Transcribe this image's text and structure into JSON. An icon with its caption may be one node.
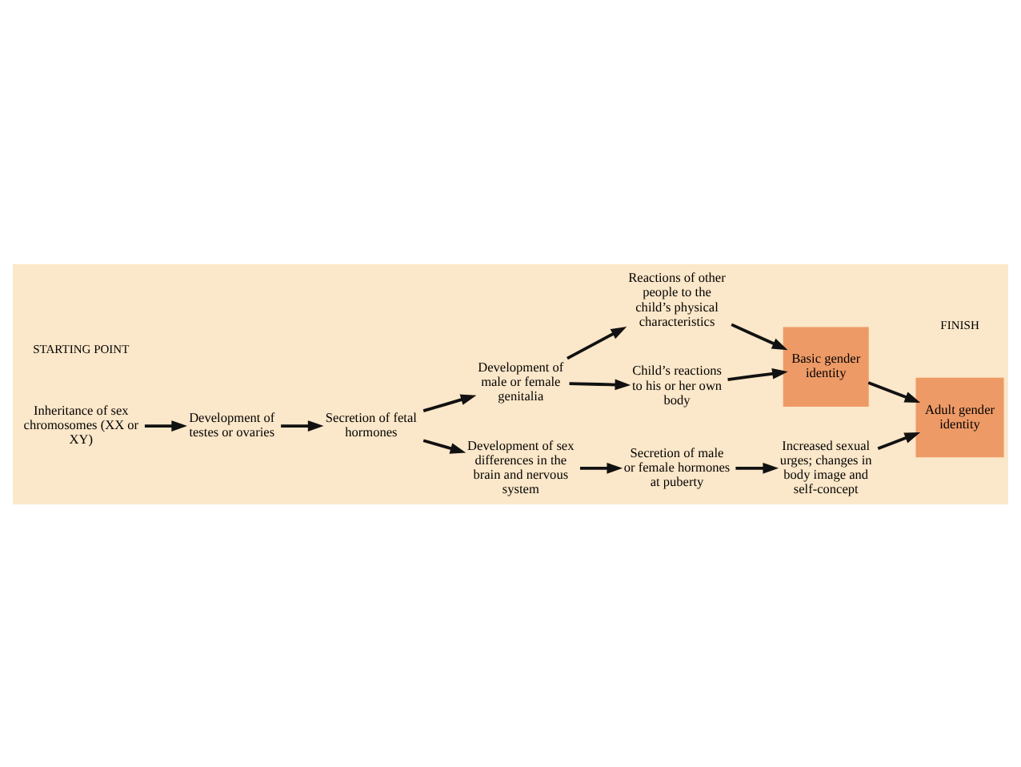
{
  "diagram": {
    "nodes": [
      {
        "text": [
          "Inheritance of sex chromosomes (XX or XY)"
        ]
      },
      {
        "text": [
          "Development of testes or ovaries"
        ]
      },
      {
        "text": [
          "Secretion of fetal hormones"
        ]
      },
      {
        "text": [
          "Development of male or female genitalia"
        ]
      },
      {
        "text": [
          "Reactions of other people to the child’s physical characteristics"
        ]
      },
      {
        "text": [
          "Child’s reactions to his or her own body"
        ]
      },
      {
        "text": [
          "Basic gender identity"
        ]
      },
      {
        "text": [
          "Development of sex differences in the brain and nervous system"
        ]
      },
      {
        "text": [
          "Secretion of male or female hormones at puberty"
        ]
      },
      {
        "text": [
          "Increased sexual urges; changes in body image and self-concept"
        ]
      },
      {
        "text": [
          "Adult gender identity"
        ]
      }
    ],
    "edges": [
      {
        "from": 0,
        "to": 1,
        "arrow": "to"
      },
      {
        "from": 1,
        "to": 2,
        "arrow": "to"
      },
      {
        "from": 2,
        "to": 3,
        "arrow": "to"
      },
      {
        "from": 2,
        "to": 7,
        "arrow": "to"
      },
      {
        "from": 3,
        "to": 4,
        "arrow": "to"
      },
      {
        "from": 3,
        "to": 5,
        "arrow": "to"
      },
      {
        "from": 4,
        "to": 6,
        "arrow": "to"
      },
      {
        "from": 5,
        "to": 6,
        "arrow": "to"
      },
      {
        "from": 6,
        "to": 10,
        "arrow": "to"
      },
      {
        "from": 7,
        "to": 8,
        "arrow": "to"
      },
      {
        "from": 8,
        "to": 9,
        "arrow": "to"
      },
      {
        "from": 9,
        "to": 10,
        "arrow": "to"
      }
    ],
    "labels": [
      "STARTING POINT",
      "FINISH"
    ]
  }
}
